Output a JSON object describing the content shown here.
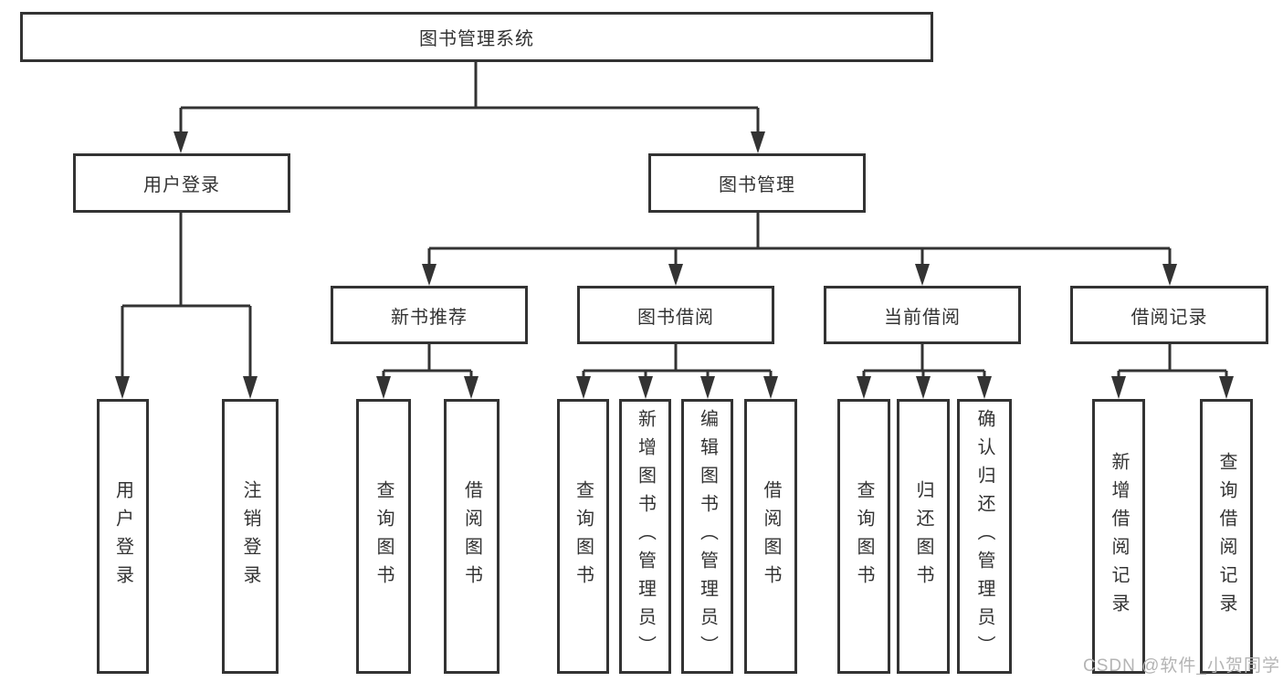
{
  "tree": {
    "label": "图书管理系统",
    "children": [
      {
        "label": "用户登录",
        "children": [
          {
            "label": "用户登录"
          },
          {
            "label": "注销登录"
          }
        ]
      },
      {
        "label": "图书管理",
        "children": [
          {
            "label": "新书推荐",
            "children": [
              {
                "label": "查询图书"
              },
              {
                "label": "借阅图书"
              }
            ]
          },
          {
            "label": "图书借阅",
            "children": [
              {
                "label": "查询图书"
              },
              {
                "label": "新增图书（管理员）"
              },
              {
                "label": "编辑图书（管理员）"
              },
              {
                "label": "借阅图书"
              }
            ]
          },
          {
            "label": "当前借阅",
            "children": [
              {
                "label": "查询图书"
              },
              {
                "label": "归还图书"
              },
              {
                "label": "确认归还（管理员）"
              }
            ]
          },
          {
            "label": "借阅记录",
            "children": [
              {
                "label": "新增借阅记录"
              },
              {
                "label": "查询借阅记录"
              }
            ]
          }
        ]
      }
    ]
  },
  "watermark": {
    "text": "CSDN @软件_小贺同学"
  },
  "colors": {
    "line": "#333333",
    "box_border": "#333333",
    "box_background": "#ffffff",
    "text": "#333333",
    "watermark": "#b4b4b4",
    "page_background": "#ffffff"
  }
}
